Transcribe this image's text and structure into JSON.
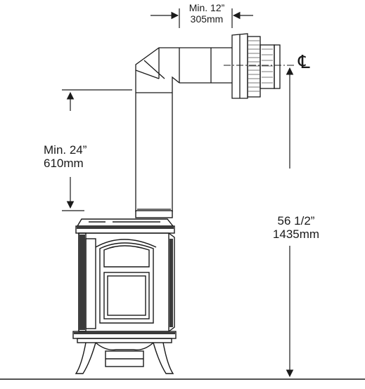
{
  "labels": {
    "top_clearance": {
      "line1": "Min. 12”",
      "line2": "305mm"
    },
    "rise_clearance": {
      "line1": "Min. 24”",
      "line2": "610mm"
    },
    "total_height": {
      "line1": "56 1/2”",
      "line2": "1435mm"
    },
    "centerline_symbol": "℄"
  },
  "colors": {
    "line": "#1a1a1a",
    "stroke_light": "#555555",
    "fill_dark": "#3a3a3a"
  }
}
